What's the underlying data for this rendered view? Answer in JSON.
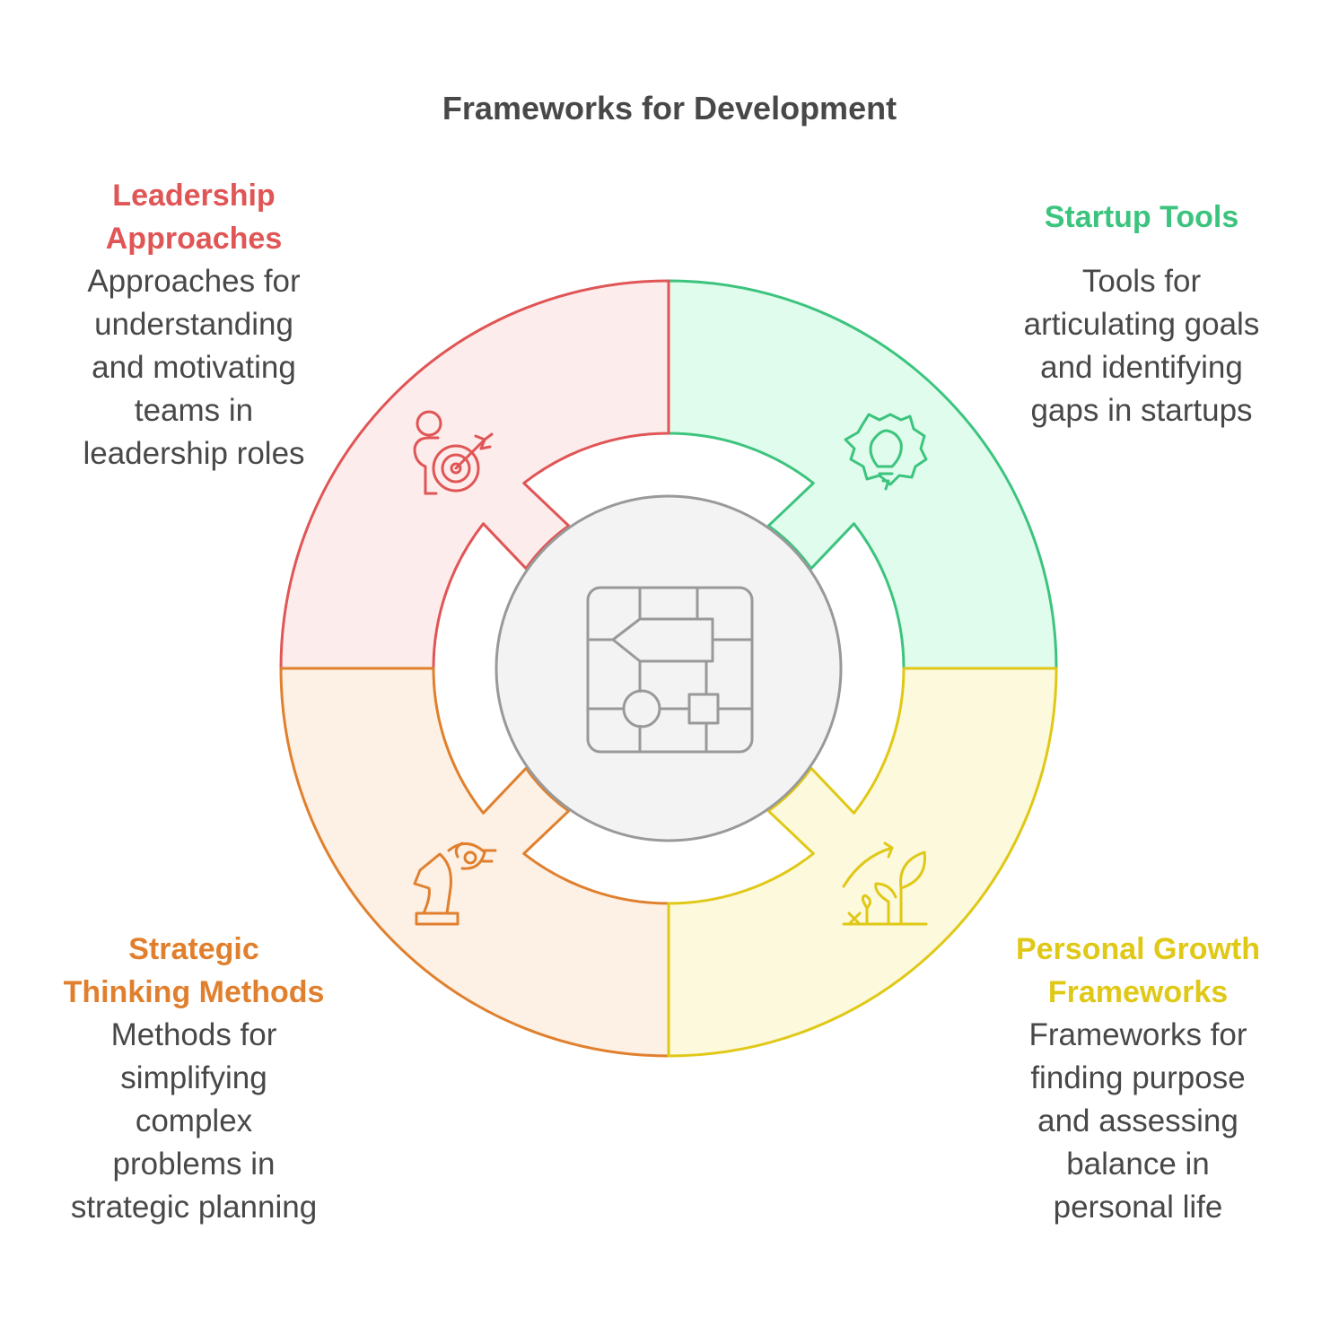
{
  "title": "Frameworks for Development",
  "colors": {
    "leadership": {
      "stroke": "#e05555",
      "fill": "#fdecec"
    },
    "startup": {
      "stroke": "#3cc47e",
      "fill": "#e0fcec"
    },
    "strategic": {
      "stroke": "#e0802e",
      "fill": "#fdf0e4"
    },
    "growth": {
      "stroke": "#e0c816",
      "fill": "#fdf9dc"
    },
    "center": {
      "stroke": "#999999",
      "fill": "#f3f3f3"
    }
  },
  "sections": {
    "leadership": {
      "label": [
        "Leadership",
        "Approaches"
      ],
      "desc": [
        "Approaches for",
        "understanding",
        "and motivating",
        "teams in",
        "leadership roles"
      ],
      "icon": "leader-target-icon"
    },
    "startup": {
      "label": [
        "Startup Tools"
      ],
      "desc": [
        "Tools for",
        "articulating goals",
        "and identifying",
        "gaps in startups"
      ],
      "icon": "gear-lightbulb-icon"
    },
    "strategic": {
      "label": [
        "Strategic",
        "Thinking Methods"
      ],
      "desc": [
        "Methods for",
        "simplifying",
        "complex",
        "problems in",
        "strategic planning"
      ],
      "icon": "chess-knight-icon"
    },
    "growth": {
      "label": [
        "Personal Growth",
        "Frameworks"
      ],
      "desc": [
        "Frameworks for",
        "finding purpose",
        "and assessing",
        "balance in",
        "personal life"
      ],
      "icon": "plant-growth-icon"
    }
  }
}
